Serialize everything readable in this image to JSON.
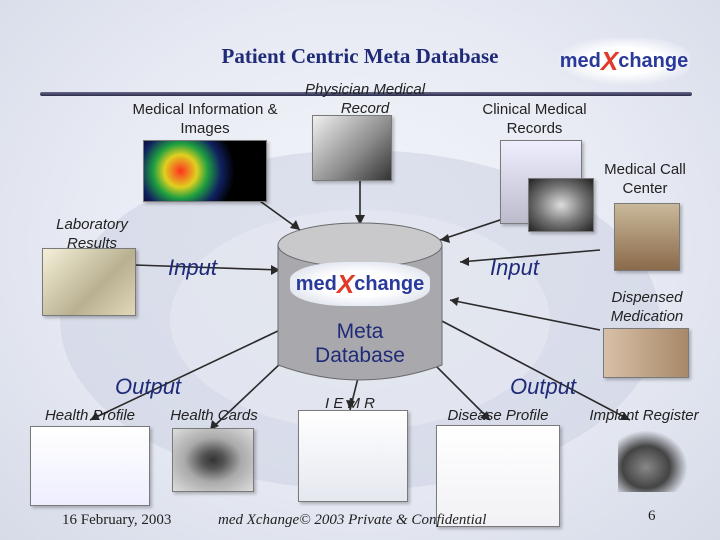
{
  "title": "Patient Centric Meta Database",
  "logo": {
    "prefix": "med",
    "x": "X",
    "suffix": "change"
  },
  "inputs": {
    "medical_info": "Medical Information & Images",
    "physician": "Physician Medical Record",
    "clinical": "Clinical Medical Records",
    "call_center": "Medical Call Center",
    "lab": "Laboratory Results",
    "dispensed": "Dispensed Medication"
  },
  "center": {
    "input_left": "Input",
    "input_right": "Input",
    "meta": "Meta Database"
  },
  "outputs": {
    "output_left": "Output",
    "output_right": "Output",
    "health_profile": "Health Profile",
    "health_cards": "Health Cards",
    "iemr": "I E M R",
    "disease_profile": "Disease Profile",
    "implant_register": "Implant Register"
  },
  "footer": {
    "date": "16 February, 2003",
    "confidential": "med Xchange© 2003 Private & Confidential",
    "page": "6"
  }
}
